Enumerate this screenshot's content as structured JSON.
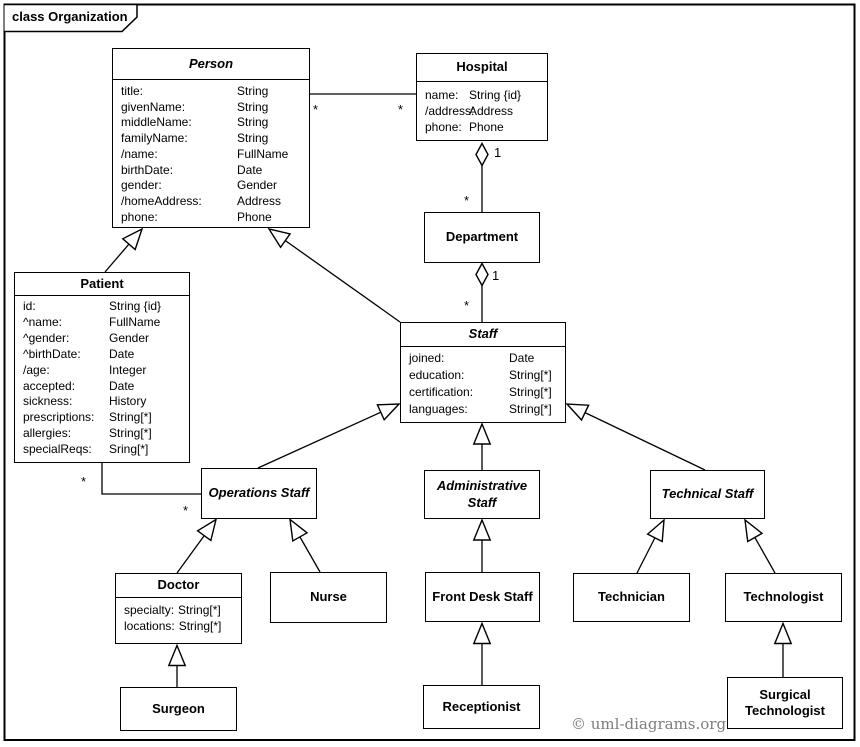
{
  "frame": {
    "tab_title": "class Organization",
    "watermark": "© uml-diagrams.org"
  },
  "multiplicities": {
    "person_hospital_left": "*",
    "person_hospital_right": "*",
    "hospital_dept_one": "1",
    "hospital_dept_many": "*",
    "dept_staff_one": "1",
    "dept_staff_many": "*",
    "patient_ops_patient": "*",
    "patient_ops_ops": "*"
  },
  "classes": {
    "person": {
      "name": "Person",
      "attrs": [
        {
          "n": "title:",
          "t": "String"
        },
        {
          "n": "givenName:",
          "t": "String"
        },
        {
          "n": "middleName:",
          "t": "String"
        },
        {
          "n": "familyName:",
          "t": "String"
        },
        {
          "n": "/name:",
          "t": "FullName"
        },
        {
          "n": "birthDate:",
          "t": "Date"
        },
        {
          "n": "gender:",
          "t": "Gender"
        },
        {
          "n": "/homeAddress:",
          "t": "Address"
        },
        {
          "n": "phone:",
          "t": "Phone"
        }
      ]
    },
    "hospital": {
      "name": "Hospital",
      "attrs": [
        {
          "n": "name:",
          "t": "String {id}"
        },
        {
          "n": "/address:",
          "t": "Address"
        },
        {
          "n": "phone:",
          "t": "Phone"
        }
      ]
    },
    "patient": {
      "name": "Patient",
      "attrs": [
        {
          "n": "id:",
          "t": "String {id}"
        },
        {
          "n": "^name:",
          "t": "FullName"
        },
        {
          "n": "^gender:",
          "t": "Gender"
        },
        {
          "n": "^birthDate:",
          "t": "Date"
        },
        {
          "n": "/age:",
          "t": "Integer"
        },
        {
          "n": "accepted:",
          "t": "Date"
        },
        {
          "n": "sickness:",
          "t": "History"
        },
        {
          "n": "prescriptions:",
          "t": "String[*]"
        },
        {
          "n": "allergies:",
          "t": "String[*]"
        },
        {
          "n": "specialReqs:",
          "t": "Sring[*]"
        }
      ]
    },
    "department": {
      "name": "Department"
    },
    "staff": {
      "name": "Staff",
      "attrs": [
        {
          "n": "joined:",
          "t": "Date"
        },
        {
          "n": "education:",
          "t": "String[*]"
        },
        {
          "n": "certification:",
          "t": "String[*]"
        },
        {
          "n": "languages:",
          "t": "String[*]"
        }
      ]
    },
    "operations_staff": {
      "name": "Operations Staff"
    },
    "administrative_staff": {
      "name": "Administrative Staff"
    },
    "technical_staff": {
      "name": "Technical Staff"
    },
    "doctor": {
      "name": "Doctor",
      "attrs": [
        {
          "n": "specialty:",
          "t": "String[*]"
        },
        {
          "n": "locations:",
          "t": "String[*]"
        }
      ]
    },
    "nurse": {
      "name": "Nurse"
    },
    "front_desk_staff": {
      "name": "Front Desk Staff"
    },
    "technician": {
      "name": "Technician"
    },
    "technologist": {
      "name": "Technologist"
    },
    "surgeon": {
      "name": "Surgeon"
    },
    "receptionist": {
      "name": "Receptionist"
    },
    "surgical_technologist": {
      "name": "Surgical Technologist"
    }
  }
}
